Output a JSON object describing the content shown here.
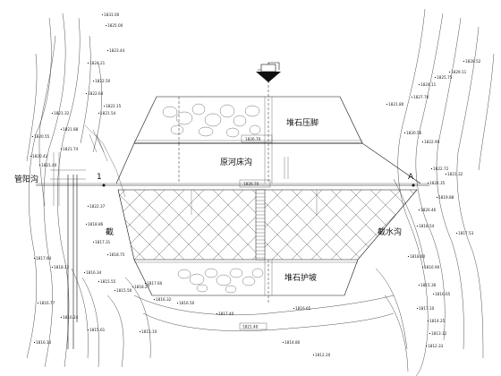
{
  "labels": {
    "rock_toe_upper": "堆石压脚",
    "original_riverbed": "原河床沟",
    "rock_toe_lower": "堆石护坡",
    "drainage_ditch": "截水沟",
    "left_section_label": "管阳沟",
    "left_note": "截",
    "num_1": "1",
    "num_a": "A"
  },
  "station_labels": {
    "top": "1826.70",
    "mid": "1826.70",
    "bottom": "1821.40"
  },
  "elevations_left": [
    "1831.00",
    "1825.00",
    "1823.44",
    "1824.21",
    "1822.50",
    "1822.64",
    "1822.15",
    "1821.54",
    "1821.32",
    "1821.88",
    "1820.55",
    "1821.74",
    "1820.42",
    "1821.40",
    "1822.37",
    "1818.86",
    "1817.31",
    "1818.75",
    "1817.64",
    "1818.12",
    "1816.34",
    "1815.55",
    "1815.50",
    "1818.27",
    "1816.77",
    "1816.24",
    "1815.61",
    "1816.10"
  ],
  "elevations_right": [
    "1828.52",
    "1829.11",
    "1825.75",
    "1824.11",
    "1827.70",
    "1821.80",
    "1820.56",
    "1822.90",
    "1822.72",
    "1821.32",
    "1824.35",
    "1819.88",
    "1820.46",
    "1818.54",
    "1817.53",
    "1818.60",
    "1816.90",
    "1815.36",
    "1816.65",
    "1817.10",
    "1814.25",
    "1813.12",
    "1812.33"
  ],
  "elevations_bottom": [
    "1817.60",
    "1816.32",
    "1816.50",
    "1815.10",
    "1817.40",
    "1816.65",
    "1814.80",
    "1812.20"
  ],
  "north_arrow": "flow-direction-arrow"
}
